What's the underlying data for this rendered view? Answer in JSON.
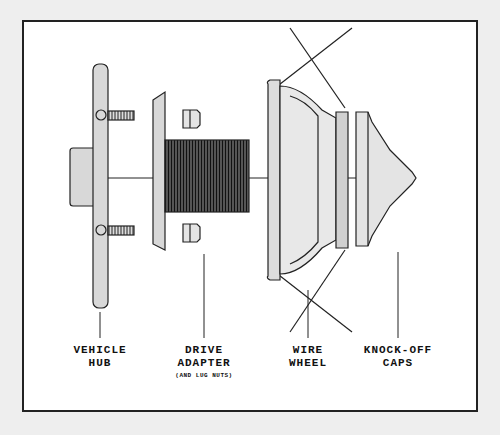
{
  "diagram": {
    "labels": [
      "VEHICLE HUB",
      "DRIVE ADAPTER",
      "(AND LUG NUTS)",
      "WIRE WHEEL",
      "KNOCK-OFF CAPS"
    ]
  }
}
